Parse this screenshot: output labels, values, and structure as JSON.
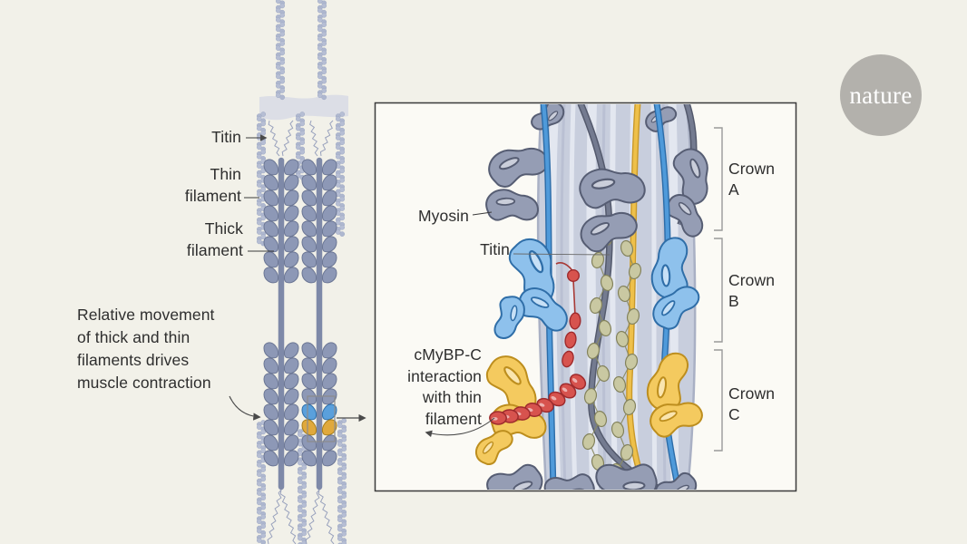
{
  "page": {
    "background": "#f2f1e9"
  },
  "logo": {
    "text": "nature",
    "circle_color": "#b3b1ac",
    "text_color": "#ffffff"
  },
  "sarcomere": {
    "labels": {
      "titin": "Titin",
      "thin_filament_lines": [
        "Thin",
        "filament"
      ],
      "thick_filament_lines": [
        "Thick",
        "filament"
      ],
      "caption_lines": [
        "Relative movement",
        "of thick and thin",
        "filaments drives",
        "muscle contraction"
      ]
    }
  },
  "panel": {
    "labels": {
      "myosin": "Myosin",
      "titin": "Titin",
      "cmybpc_lines": [
        "cMyBP-C",
        "interaction",
        "with thin",
        "filament"
      ]
    },
    "crowns": [
      {
        "line1": "Crown",
        "line2": "A",
        "color": "#959db4"
      },
      {
        "line1": "Crown",
        "line2": "B",
        "color": "#8ec1ec"
      },
      {
        "line1": "Crown",
        "line2": "C",
        "color": "#f4ca5f"
      }
    ]
  },
  "colors": {
    "background": "#f2f1e9",
    "panel_background": "#fbfaf5",
    "panel_border": "#3b3b3b",
    "myosin_gray": "#959db4",
    "myosin_blue": "#8ec1ec",
    "myosin_yellow": "#f4ca5f",
    "titin_olive": "#c9c8a2",
    "cmybpc_red": "#d7534e",
    "thin_filament_blue": "#3d8fd4",
    "thick_filament_slate": "#8e99b6",
    "label_text": "#2e2e2e"
  }
}
